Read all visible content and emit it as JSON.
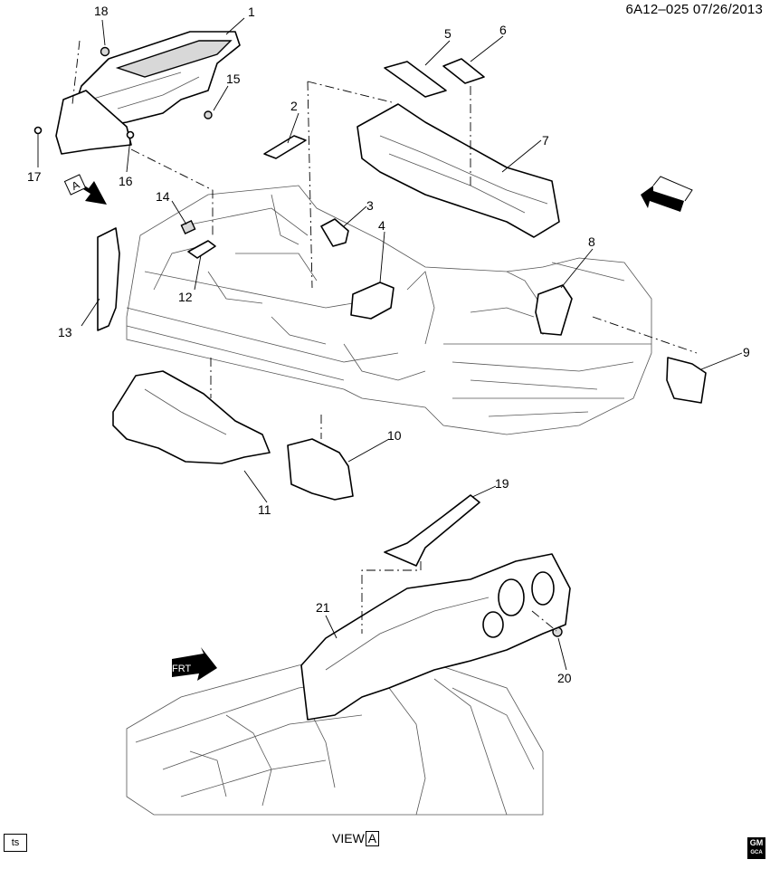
{
  "header": {
    "doc_id": "6A12–025",
    "date": "07/26/2013"
  },
  "view_a": {
    "label": "VIEW",
    "letter": "A"
  },
  "arrow_a": {
    "letter": "A"
  },
  "frt_label": "FRT",
  "ts_badge": "ts",
  "logo": {
    "text_top": "GM",
    "text_bottom": "GCA"
  },
  "callouts": [
    "1",
    "2",
    "3",
    "4",
    "5",
    "6",
    "7",
    "8",
    "9",
    "10",
    "11",
    "12",
    "13",
    "14",
    "15",
    "16",
    "17",
    "18",
    "19",
    "20",
    "21"
  ]
}
